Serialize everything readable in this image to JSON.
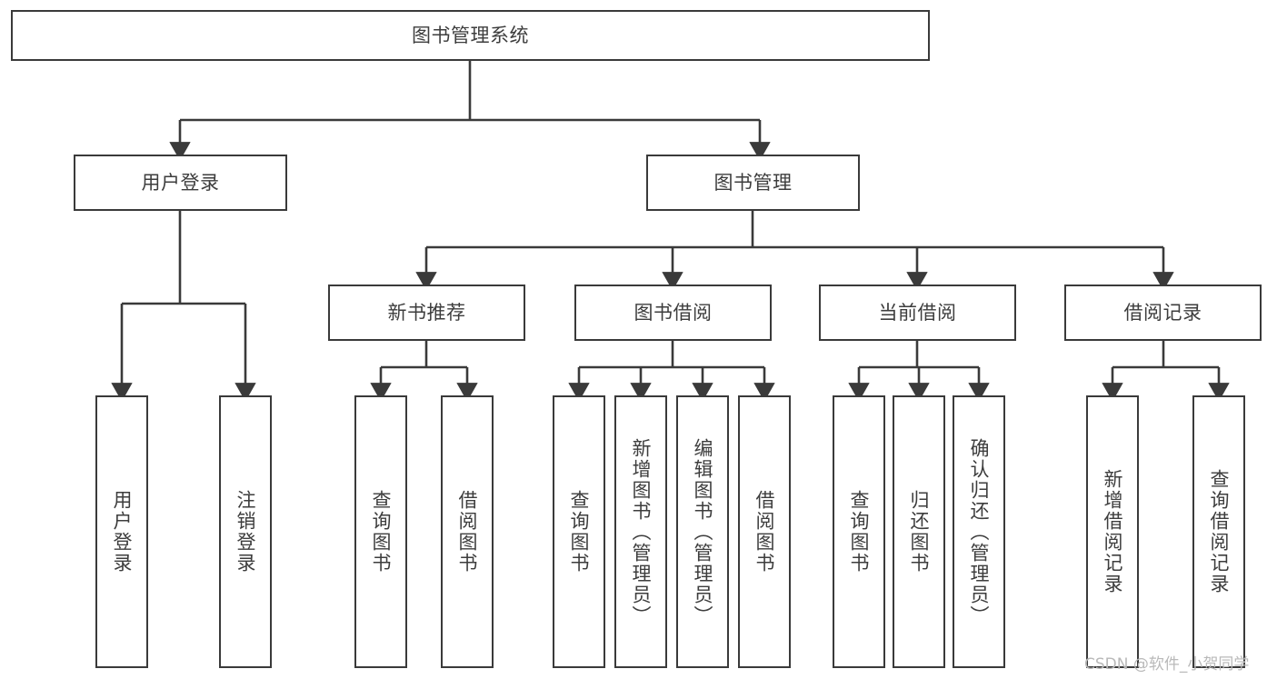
{
  "diagram": {
    "title": "图书管理系统",
    "type": "hierarchy-tree",
    "stroke_color": "#3a3a3a",
    "text_color": "#3d3d3d",
    "background_color": "#ffffff",
    "watermark": "CSDN @软件_小贺同学",
    "levels": {
      "root": {
        "label": "图书管理系统"
      },
      "level1": [
        {
          "label": "用户登录"
        },
        {
          "label": "图书管理"
        }
      ],
      "level2": [
        {
          "label": "新书推荐"
        },
        {
          "label": "图书借阅"
        },
        {
          "label": "当前借阅"
        },
        {
          "label": "借阅记录"
        }
      ],
      "leaves": {
        "user_login": [
          {
            "label": "用户登录"
          },
          {
            "label": "注销登录"
          }
        ],
        "new_book_recommend": [
          {
            "label": "查询图书"
          },
          {
            "label": "借阅图书"
          }
        ],
        "book_borrow": [
          {
            "label": "查询图书"
          },
          {
            "label": "新增图书（管理员）"
          },
          {
            "label": "编辑图书（管理员）"
          },
          {
            "label": "借阅图书"
          }
        ],
        "current_borrow": [
          {
            "label": "查询图书"
          },
          {
            "label": "归还图书"
          },
          {
            "label": "确认归还（管理员）"
          }
        ],
        "borrow_record": [
          {
            "label": "新增借阅记录"
          },
          {
            "label": "查询借阅记录"
          }
        ]
      }
    }
  }
}
